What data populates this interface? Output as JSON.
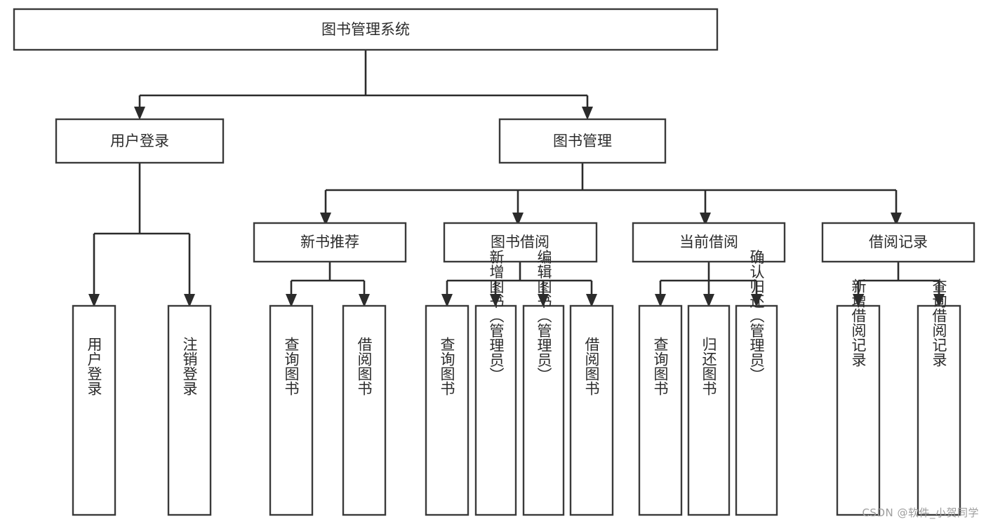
{
  "diagram": {
    "kind": "tree-hierarchy",
    "title": "图书管理系统",
    "watermark": "CSDN @软件_小贺同学",
    "colors": {
      "background": "#ffffff",
      "box_stroke": "#3a3a3a",
      "edge": "#2b2b2b",
      "text": "#2b2b2b",
      "watermark": "#9e9e9e"
    },
    "nodes": {
      "root": {
        "label": "图书管理系统"
      },
      "level2": [
        {
          "id": "user-login",
          "label": "用户登录"
        },
        {
          "id": "book-manage",
          "label": "图书管理"
        }
      ],
      "level3": [
        {
          "id": "new-book-recommend",
          "label": "新书推荐"
        },
        {
          "id": "book-borrow",
          "label": "图书借阅"
        },
        {
          "id": "current-borrow",
          "label": "当前借阅"
        },
        {
          "id": "borrow-record",
          "label": "借阅记录"
        }
      ],
      "leaves": {
        "user-login": [
          {
            "id": "leaf-user-login",
            "label": "用户登录"
          },
          {
            "id": "leaf-user-logout",
            "label": "注销登录"
          }
        ],
        "new-book-recommend": [
          {
            "id": "leaf-query-book-1",
            "label": "查询图书"
          },
          {
            "id": "leaf-borrow-book-1",
            "label": "借阅图书"
          }
        ],
        "book-borrow": [
          {
            "id": "leaf-query-book-2",
            "label": "查询图书"
          },
          {
            "id": "leaf-add-book",
            "label": "新增图书（管理员）"
          },
          {
            "id": "leaf-edit-book",
            "label": "编辑图书（管理员）"
          },
          {
            "id": "leaf-borrow-book-2",
            "label": "借阅图书"
          }
        ],
        "current-borrow": [
          {
            "id": "leaf-query-book-3",
            "label": "查询图书"
          },
          {
            "id": "leaf-return-book",
            "label": "归还图书"
          },
          {
            "id": "leaf-confirm-return",
            "label": "确认归还（管理员）"
          }
        ],
        "borrow-record": [
          {
            "id": "leaf-add-record",
            "label": "新增借阅记录"
          },
          {
            "id": "leaf-query-record",
            "label": "查询借阅记录"
          }
        ]
      }
    }
  }
}
